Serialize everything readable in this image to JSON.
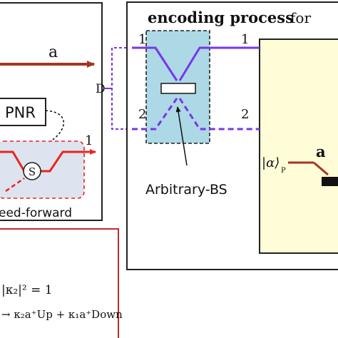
{
  "left_panel": {
    "mode_label": "a",
    "detector_label": "PNR",
    "switch_label": "S",
    "output_port": "1",
    "caption": "eed-forward"
  },
  "bracket_label": "D",
  "encoding_panel": {
    "title": "encoding process",
    "title_suffix": "for",
    "port_in_top": "1",
    "port_in_bottom": "2",
    "port_out_top": "1",
    "port_out_bottom": "2",
    "component_label": "Arbitrary-BS",
    "state_label": "|α⟩",
    "state_subscript": "P",
    "mode_label": "a"
  },
  "formula_panel": {
    "equation_1": "|κ₂|² = 1",
    "equation_2": "→ κ₂a⁺Up + κ₁a⁺Down"
  },
  "colors": {
    "red_beam": "#e8251e",
    "brown_arrow": "#a3361f",
    "purple_beam": "#7a35e8",
    "bs_fill": "#add8e6",
    "yellow_fill": "#fffdd8",
    "switch_region": "#dde3ef",
    "formula_border": "#c62828"
  }
}
